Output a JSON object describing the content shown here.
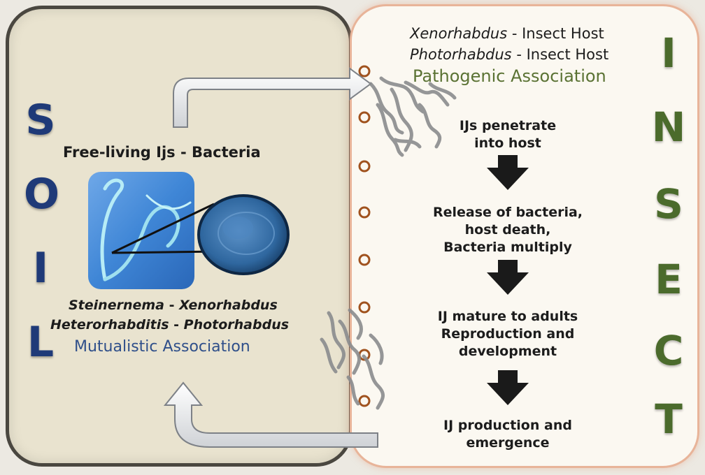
{
  "soil_letters": [
    "S",
    "O",
    "I",
    "L"
  ],
  "insect_letters": [
    "I",
    "N",
    "S",
    "E",
    "C",
    "T"
  ],
  "soil": {
    "free_living": "Free-living Ijs - Bacteria",
    "pair1_genus_a": "Steinernema",
    "pair1_sep": " - ",
    "pair1_genus_b": "Xenorhabdus",
    "pair2_genus_a": "Heterorhabditis",
    "pair2_sep": " - ",
    "pair2_genus_b": "Photorhabdus",
    "association": "Mutualistic Association"
  },
  "insect": {
    "host1_genus": "Xenorhabdus",
    "host1_rest": " - Insect Host",
    "host2_genus": "Photorhabdus",
    "host2_rest": " - Insect Host",
    "association": "Pathogenic Association",
    "steps": [
      [
        "IJs penetrate",
        "into host"
      ],
      [
        "Release of bacteria,",
        "host death,",
        "Bacteria multiply"
      ],
      [
        "IJ mature to adults",
        "Reproduction and",
        "development"
      ],
      [
        "IJ production  and",
        "emergence"
      ]
    ]
  },
  "colors": {
    "soil_letter": "#1f3a78",
    "insect_letter": "#4b6b2c",
    "mutualistic": "#2f4f8a",
    "pathogenic": "#5a7233",
    "soil_panel": "#e9e3cf",
    "insect_panel_border": "#e8b499"
  }
}
